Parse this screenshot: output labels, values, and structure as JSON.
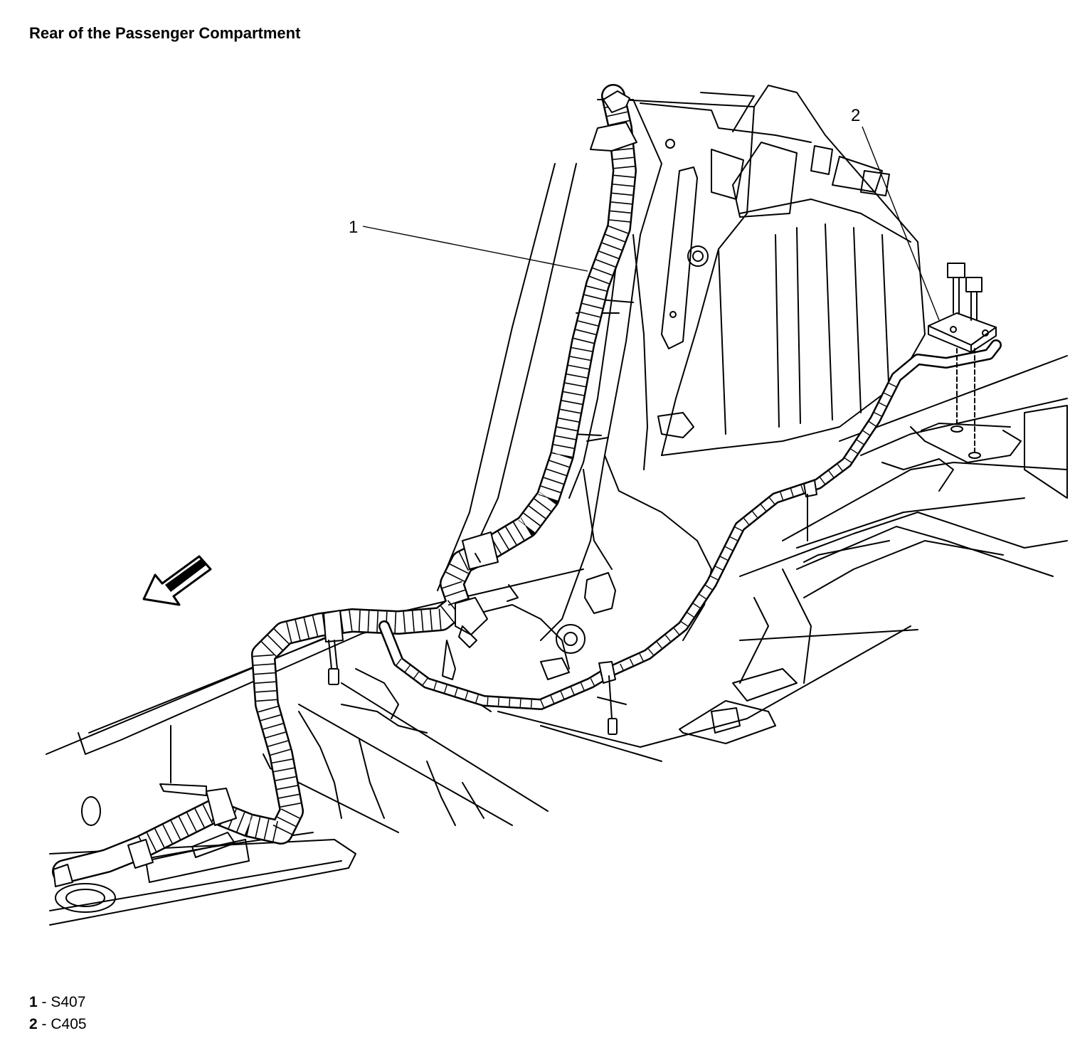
{
  "title": "Rear of the Passenger Compartment",
  "callouts": [
    {
      "number": "1",
      "label": "S407"
    },
    {
      "number": "2",
      "label": "C405"
    }
  ],
  "legend_separator": " - ",
  "colors": {
    "line": "#000000",
    "background": "#ffffff"
  },
  "icons": {
    "direction_arrow": "front-direction-arrow-icon"
  }
}
